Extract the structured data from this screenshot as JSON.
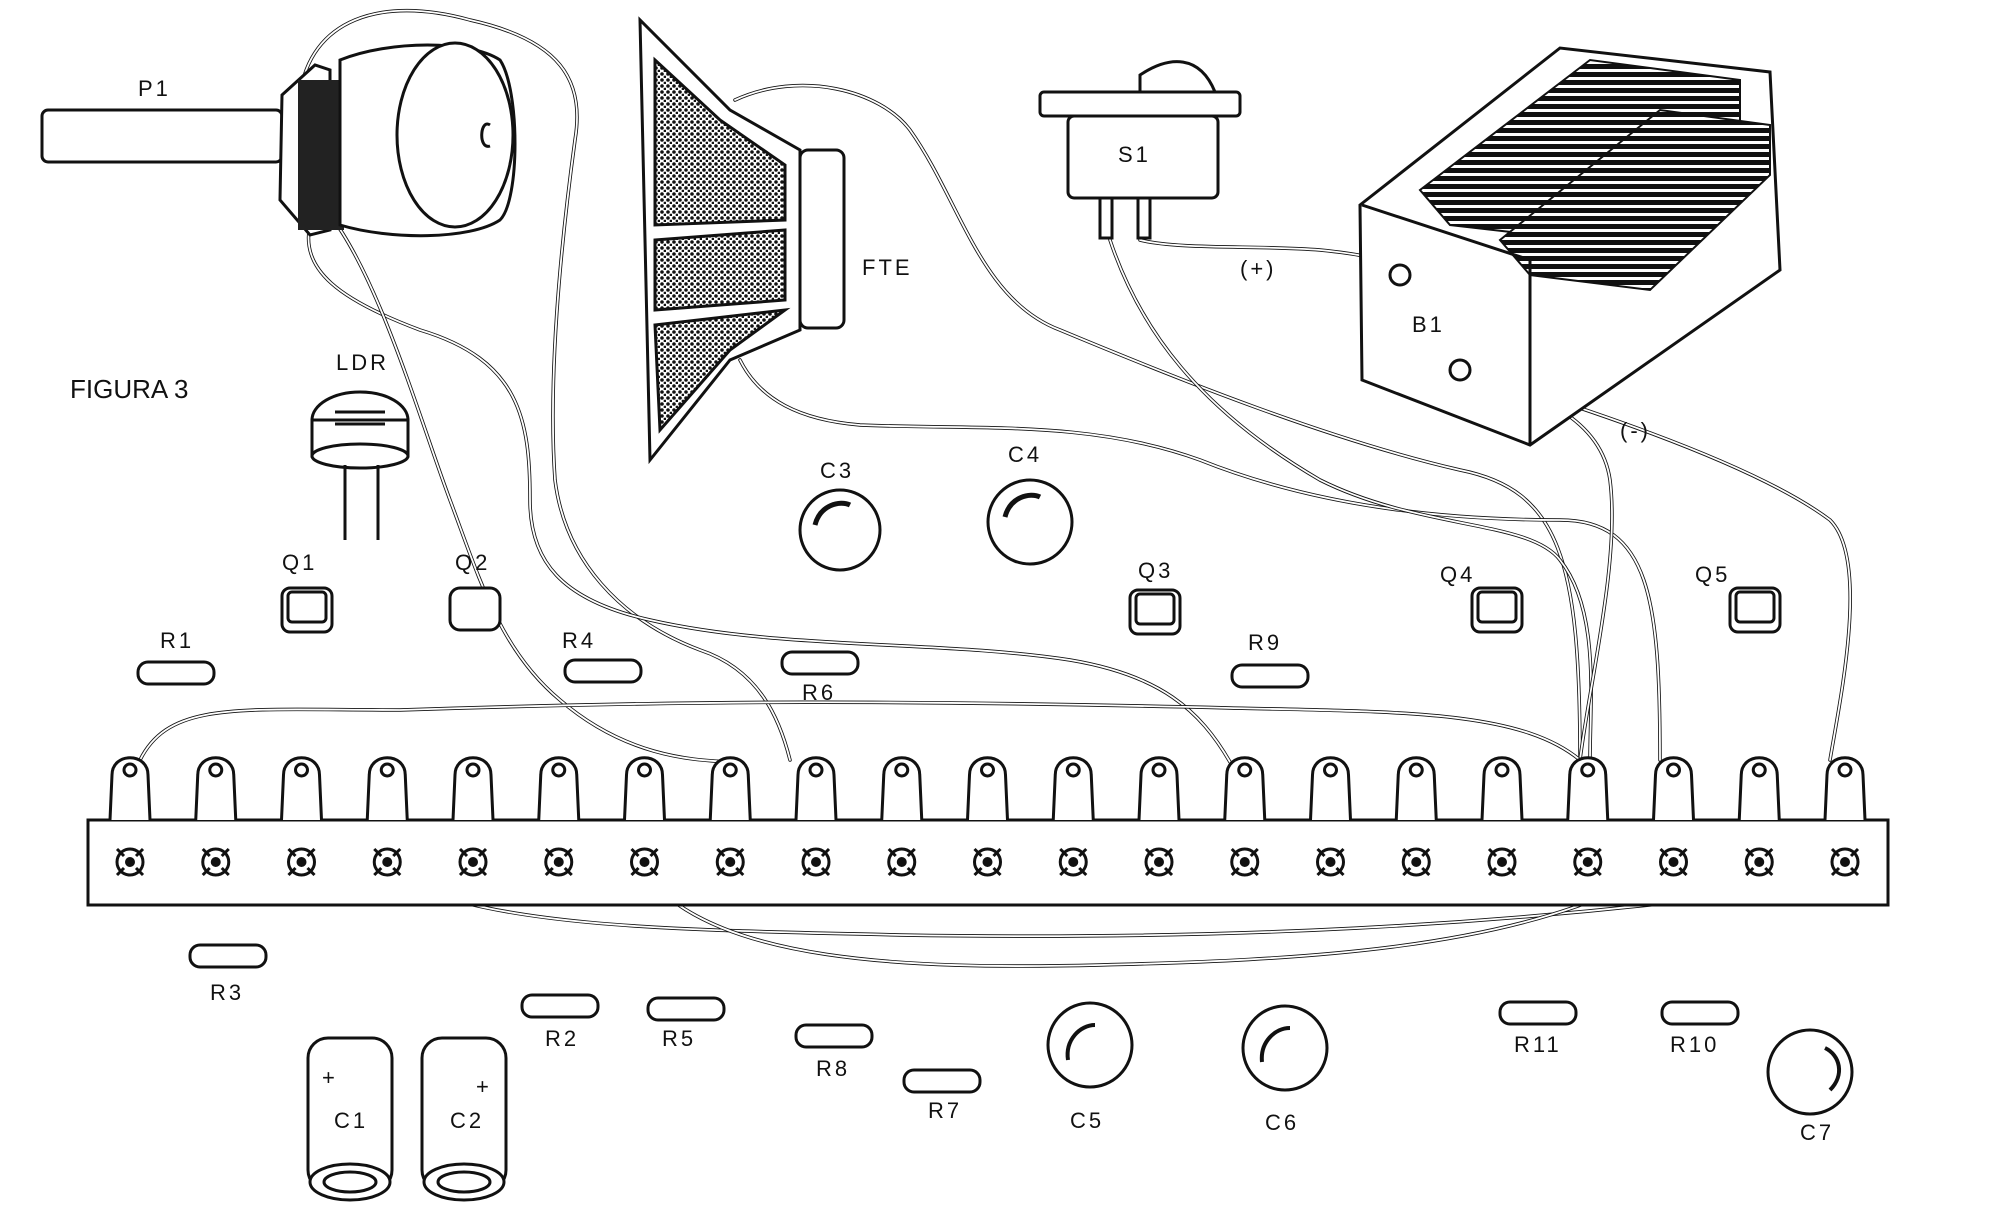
{
  "figure": {
    "title": "FIGURA 3",
    "labels": {
      "p1": "P1",
      "fte": "FTE",
      "s1": "S1",
      "b1": "B1",
      "plus": "(+)",
      "minus": "(-)",
      "ldr": "LDR",
      "q1": "Q1",
      "q2": "Q2",
      "q3": "Q3",
      "q4": "Q4",
      "q5": "Q5",
      "r1": "R1",
      "r2": "R2",
      "r3": "R3",
      "r4": "R4",
      "r5": "R5",
      "r6": "R6",
      "r7": "R7",
      "r8": "R8",
      "r9": "R9",
      "r10": "R10",
      "r11": "R11",
      "c1": "C1",
      "c2": "C2",
      "c3": "C3",
      "c4": "C4",
      "c5": "C5",
      "c6": "C6",
      "c7": "C7",
      "c1_polarity": "+",
      "c2_polarity": "+"
    },
    "terminal_strip": {
      "terminal_count": 21
    },
    "colors": {
      "ink": "#111111",
      "paper": "#ffffff"
    }
  }
}
